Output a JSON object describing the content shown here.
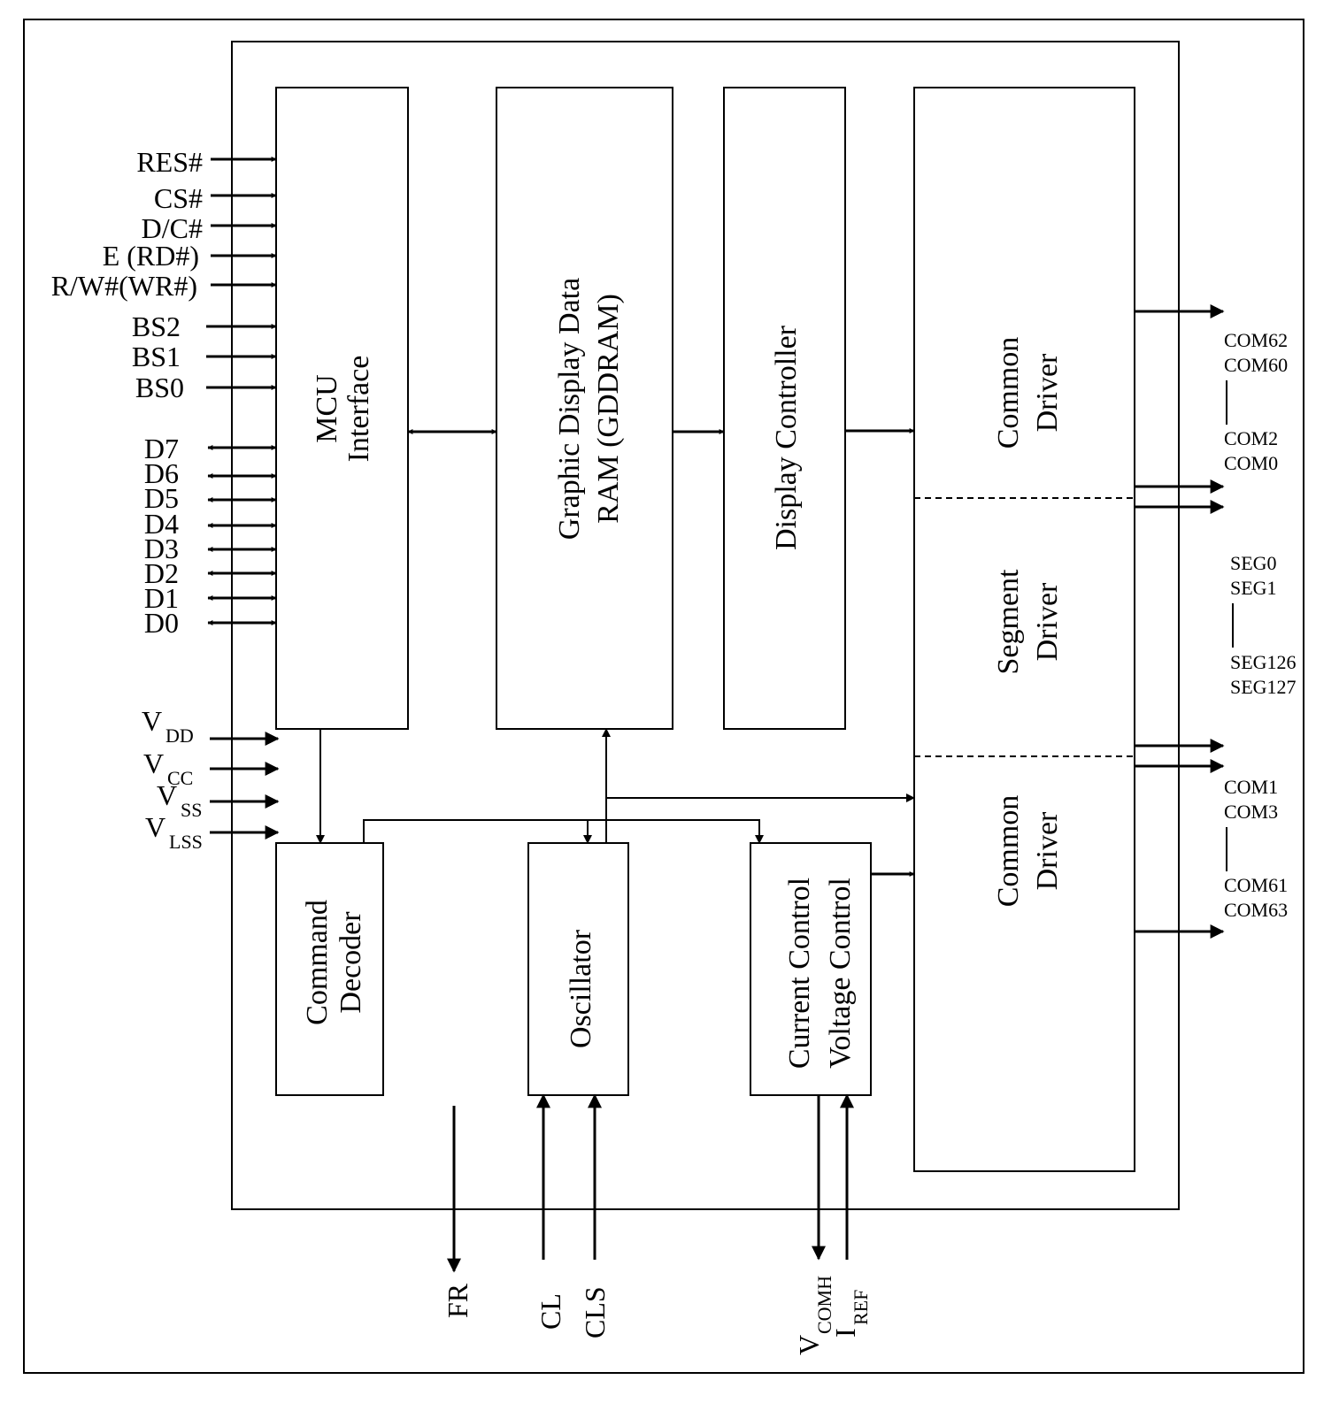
{
  "pins_left": {
    "res": "RES#",
    "cs": "CS#",
    "dc": "D/C#",
    "e": "E (RD#)",
    "rw": "R/W#(WR#)",
    "bs2": "BS2",
    "bs1": "BS1",
    "bs0": "BS0",
    "d7": "D7",
    "d6": "D6",
    "d5": "D5",
    "d4": "D4",
    "d3": "D3",
    "d2": "D2",
    "d1": "D1",
    "d0": "D0"
  },
  "power": {
    "vdd": {
      "main": "V",
      "sub": "DD"
    },
    "vcc": {
      "main": "V",
      "sub": "CC"
    },
    "vss": {
      "main": "V",
      "sub": "SS"
    },
    "vlss": {
      "main": "V",
      "sub": "LSS"
    }
  },
  "blocks": {
    "mcu": [
      "MCU",
      "Interface"
    ],
    "gddram": [
      "Graphic Display Data",
      "RAM (GDDRAM)"
    ],
    "display_controller": "Display Controller",
    "common_driver_top": [
      "Common",
      "Driver"
    ],
    "segment_driver": [
      "Segment",
      "Driver"
    ],
    "common_driver_bottom": [
      "Common",
      "Driver"
    ],
    "command_decoder": [
      "Command",
      "Decoder"
    ],
    "oscillator": "Oscillator",
    "current_voltage": [
      "Current Control",
      "Voltage Control"
    ]
  },
  "outputs_right": {
    "com_top": [
      "COM62",
      "COM60",
      "COM2",
      "COM0"
    ],
    "seg": [
      "SEG0",
      "SEG1",
      "SEG126",
      "SEG127"
    ],
    "com_bottom": [
      "COM1",
      "COM3",
      "COM61",
      "COM63"
    ]
  },
  "pins_bottom": {
    "fr": "FR",
    "cl": "CL",
    "cls": "CLS",
    "vcomh": {
      "main": "V",
      "sub": "COMH"
    },
    "iref": {
      "main": "I",
      "sub": "REF"
    }
  }
}
